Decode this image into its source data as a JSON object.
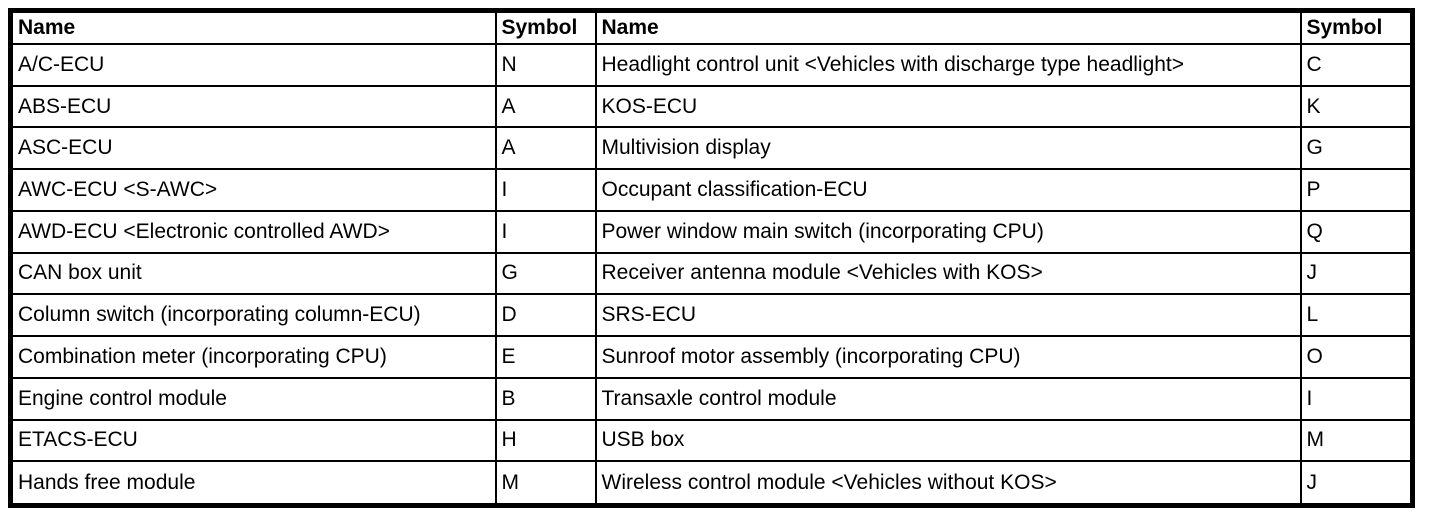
{
  "colors": {
    "background": "#ffffff",
    "border": "#000000",
    "text": "#000000"
  },
  "table": {
    "headers": [
      "Name",
      "Symbol",
      "Name",
      "Symbol"
    ],
    "rows": [
      {
        "name_left": "A/C-ECU",
        "symbol_left": "N",
        "name_right": "Headlight control unit <Vehicles with discharge type headlight>",
        "symbol_right": "C"
      },
      {
        "name_left": "ABS-ECU",
        "symbol_left": "A",
        "name_right": "KOS-ECU",
        "symbol_right": "K"
      },
      {
        "name_left": "ASC-ECU",
        "symbol_left": "A",
        "name_right": "Multivision display",
        "symbol_right": "G"
      },
      {
        "name_left": "AWC-ECU <S-AWC>",
        "symbol_left": "I",
        "name_right": "Occupant classification-ECU",
        "symbol_right": "P"
      },
      {
        "name_left": "AWD-ECU <Electronic controlled AWD>",
        "symbol_left": "I",
        "name_right": "Power window main switch (incorporating CPU)",
        "symbol_right": "Q"
      },
      {
        "name_left": "CAN box unit",
        "symbol_left": "G",
        "name_right": "Receiver antenna module <Vehicles with KOS>",
        "symbol_right": "J"
      },
      {
        "name_left": "Column switch (incorporating column-ECU)",
        "symbol_left": "D",
        "name_right": "SRS-ECU",
        "symbol_right": "L"
      },
      {
        "name_left": "Combination meter (incorporating CPU)",
        "symbol_left": "E",
        "name_right": "Sunroof motor assembly (incorporating CPU)",
        "symbol_right": "O"
      },
      {
        "name_left": "Engine control module",
        "symbol_left": "B",
        "name_right": "Transaxle control module",
        "symbol_right": "I"
      },
      {
        "name_left": "ETACS-ECU",
        "symbol_left": "H",
        "name_right": "USB box",
        "symbol_right": "M"
      },
      {
        "name_left": "Hands free module",
        "symbol_left": "M",
        "name_right": "Wireless control module <Vehicles without KOS>",
        "symbol_right": "J"
      }
    ]
  }
}
